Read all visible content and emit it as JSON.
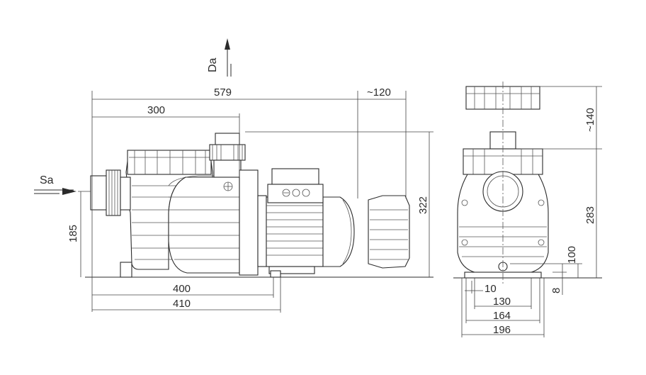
{
  "labels": {
    "outlet": "Da",
    "inlet": "Sa"
  },
  "side_view": {
    "overall_length": "579",
    "strainer_to_motor": "300",
    "motor_cover_clearance": "~120",
    "overall_height": "322",
    "inlet_axis_height": "185",
    "foot_length_inner": "400",
    "foot_length_outer": "410"
  },
  "front_view": {
    "lid_clearance": "~140",
    "height_to_lid": "283",
    "outlet_axis_height": "100",
    "base_thickness": "8",
    "foot_offset": "10",
    "foot_spacing_inner": "130",
    "foot_spacing_outer": "164",
    "overall_width": "196"
  }
}
